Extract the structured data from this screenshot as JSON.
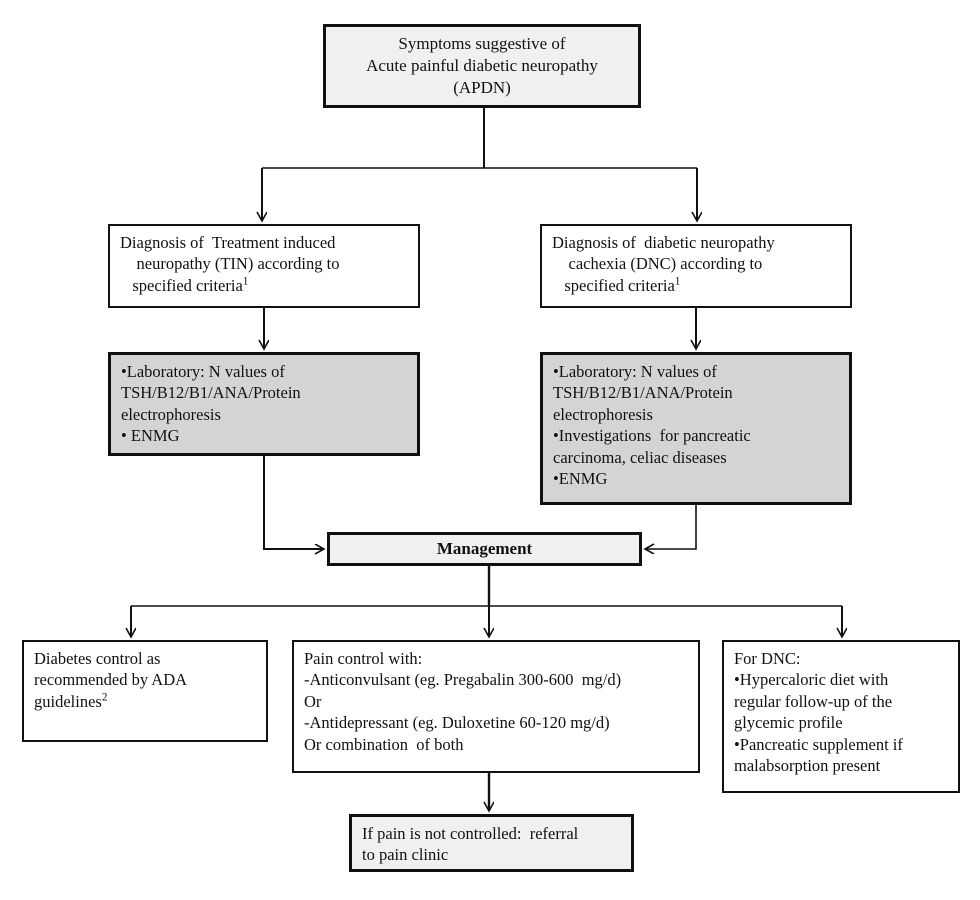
{
  "diagram": {
    "title": "Acute painful diabetic neuropathy management algorithm",
    "type": "flowchart",
    "colors": {
      "border": "#111111",
      "box_fill_white": "#ffffff",
      "box_fill_light": "#f0f0f0",
      "box_fill_gray": "#d4d4d4",
      "connector": "#111111"
    }
  },
  "nodes": {
    "apdn": {
      "id": "apdn",
      "shade": "light",
      "lines": [
        "Symptoms suggestive of",
        "Acute painful diabetic neuropathy",
        "(APDN)"
      ]
    },
    "tin": {
      "id": "tin",
      "shade": "white",
      "lines": [
        "Diagnosis of  Treatment induced",
        "    neuropathy (TIN) according to",
        "   specified criteria"
      ],
      "superscript": "1"
    },
    "dnc": {
      "id": "dnc",
      "shade": "white",
      "lines": [
        "Diagnosis of  diabetic neuropathy",
        "    cachexia (DNC) according to",
        "   specified criteria"
      ],
      "superscript": "1"
    },
    "lab_tin": {
      "id": "lab_tin",
      "shade": "gray",
      "lines": [
        "•Laboratory: N values of",
        "TSH/B12/B1/ANA/Protein",
        "electrophoresis",
        "• ENMG"
      ]
    },
    "lab_dnc": {
      "id": "lab_dnc",
      "shade": "gray",
      "lines": [
        "•Laboratory: N values of",
        "TSH/B12/B1/ANA/Protein",
        "electrophoresis",
        "•Investigations  for pancreatic",
        "carcinoma, celiac diseases",
        "•ENMG"
      ]
    },
    "management": {
      "id": "management",
      "shade": "light",
      "label": "Management"
    },
    "diabetes_control": {
      "id": "diabetes_control",
      "shade": "white",
      "lines": [
        "Diabetes control as",
        "recommended by ADA",
        "guidelines"
      ],
      "superscript": "2"
    },
    "pain_control": {
      "id": "pain_control",
      "shade": "white",
      "lines": [
        "Pain control with:",
        "-Anticonvulsant (eg. Pregabalin 300-600  mg/d)",
        "Or",
        "-Antidepressant (eg. Duloxetine 60-120 mg/d)",
        "Or combination  of both"
      ]
    },
    "dnc_management": {
      "id": "dnc_management",
      "shade": "white",
      "lines": [
        "For DNC:",
        "•Hypercaloric diet with",
        "regular follow-up of the",
        "glycemic profile",
        "•Pancreatic supplement if",
        "malabsorption present"
      ]
    },
    "referral": {
      "id": "referral",
      "shade": "light",
      "lines": [
        "If pain is not controlled:  referral",
        "to pain clinic"
      ]
    }
  },
  "edges": [
    {
      "from": "apdn",
      "to": "tin",
      "style": "elbow-split-arrow"
    },
    {
      "from": "apdn",
      "to": "dnc",
      "style": "elbow-split-arrow"
    },
    {
      "from": "tin",
      "to": "lab_tin",
      "style": "straight-arrow"
    },
    {
      "from": "dnc",
      "to": "lab_dnc",
      "style": "straight-arrow"
    },
    {
      "from": "lab_tin",
      "to": "management",
      "style": "elbow-arrow-right"
    },
    {
      "from": "lab_dnc",
      "to": "management",
      "style": "elbow-arrow-left"
    },
    {
      "from": "management",
      "to": "diabetes_control",
      "style": "elbow-split-arrow"
    },
    {
      "from": "management",
      "to": "pain_control",
      "style": "straight-arrow"
    },
    {
      "from": "management",
      "to": "dnc_management",
      "style": "elbow-split-arrow"
    },
    {
      "from": "pain_control",
      "to": "referral",
      "style": "straight-arrow"
    }
  ]
}
